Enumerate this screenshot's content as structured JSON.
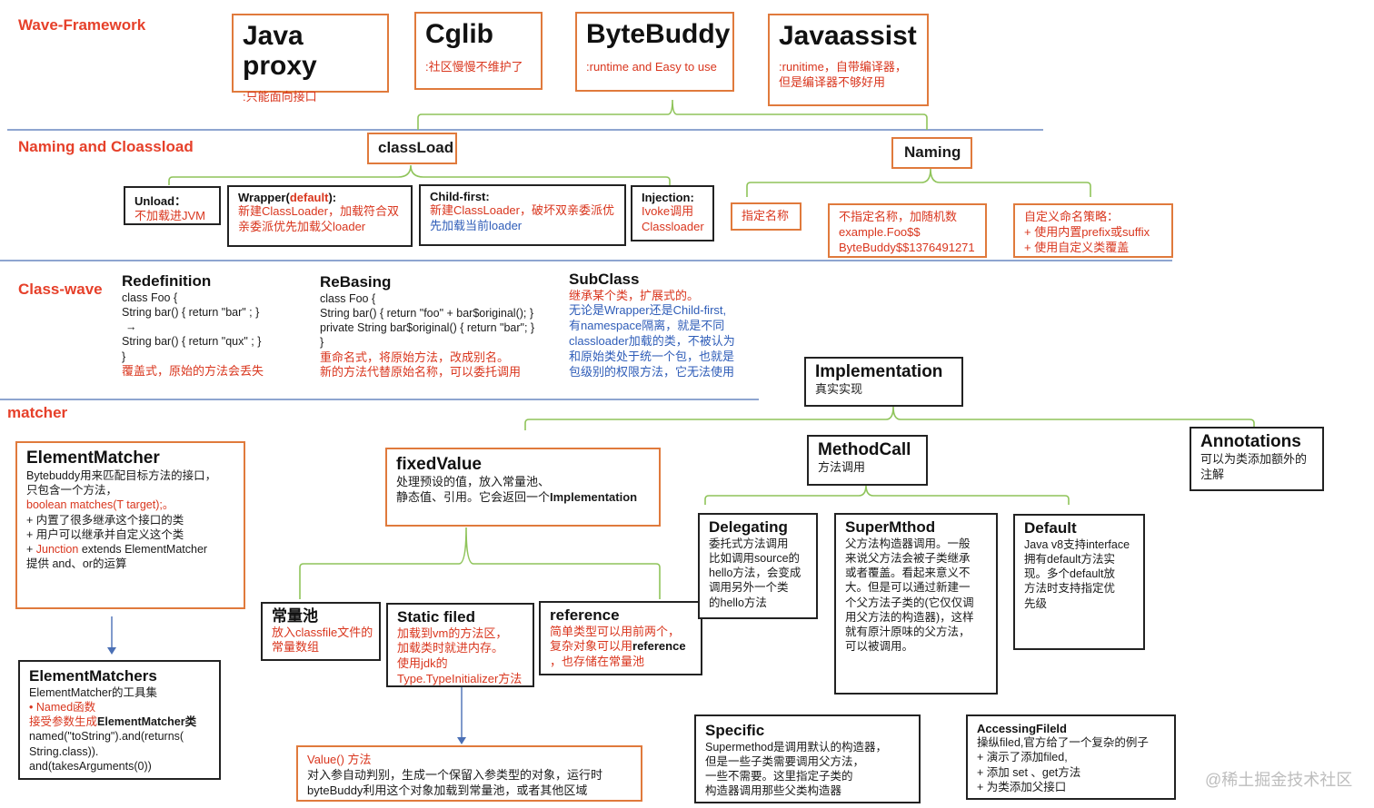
{
  "sections": {
    "wave_framework": "Wave-Framework",
    "naming_classload": "Naming and Cloassload",
    "class_wave": "Class-wave",
    "matcher": "matcher"
  },
  "frameworks": [
    {
      "title": "Java proxy",
      "desc": ":只能面向接口"
    },
    {
      "title": "Cglib",
      "desc": ":社区慢慢不维护了"
    },
    {
      "title": "ByteBuddy",
      "desc": ":runtime and Easy to use"
    },
    {
      "title": "Javaassist",
      "desc": ":runitime，自带编译器，",
      "desc2": "但是编译器不够好用"
    }
  ],
  "classload": {
    "title": "classLoad",
    "unload": {
      "title": "Unload：",
      "desc": "不加载进JVM"
    },
    "wrapper": {
      "title_a": "Wrapper(",
      "title_b": "default",
      "title_c": "):",
      "desc1": "新建ClassLoader，加载符合双",
      "desc2": "亲委派优先加载父loader"
    },
    "child_first": {
      "title": "Child-first:",
      "desc1": "新建ClassLoader，破坏双亲委派优",
      "desc2": "先加载当前loader"
    },
    "injection": {
      "title": "Injection:",
      "desc1": "Ivoke调用",
      "desc2": "Classloader"
    }
  },
  "naming": {
    "title": "Naming",
    "specified": "指定名称",
    "random": {
      "l1": "不指定名称，加随机数",
      "l2": "example.Foo$$",
      "l3": "ByteBuddy$$1376491271"
    },
    "custom": {
      "l1": "自定义命名策略：",
      "l2": "+ 使用内置prefix或suffix",
      "l3": "+ 使用自定义类覆盖"
    }
  },
  "redefinition": {
    "title": "Redefinition",
    "l1": "class Foo {",
    "l2": "String bar() { return   \"bar\" ; }",
    "arrow": "→",
    "l3": "String bar() { return   \"qux\" ; }",
    "l4": "}",
    "note": "覆盖式，原始的方法会丢失"
  },
  "rebasing": {
    "title": "ReBasing",
    "l1": "class Foo {",
    "l2": "String bar() { return \"foo\" + bar$original(); }",
    "l3": "private String bar$original() { return \"bar\"; }",
    "l4": "}",
    "note1": "重命名式，将原始方法，改成别名。",
    "note2": "新的方法代替原始名称，可以委托调用"
  },
  "subclass": {
    "title": "SubClass",
    "l1": "继承某个类，扩展式的。",
    "l2": "无论是Wrapper还是Child-first,",
    "l3": "有namespace隔离，就是不同",
    "l4": "classloader加载的类，不被认为",
    "l5": "和原始类处于统一个包，也就是",
    "l6": "包级别的权限方法，它无法使用"
  },
  "implementation": {
    "title": "Implementation",
    "desc": "真实实现"
  },
  "element_matcher": {
    "title": "ElementMatcher",
    "l1": "Bytebuddy用来匹配目标方法的接口，",
    "l2": "只包含一个方法，",
    "l3": "boolean matches(T target);。",
    "l4": "+ 内置了很多继承这个接口的类",
    "l5": "+ 用户可以继承并自定义这个类",
    "l6a": "+ ",
    "l6b": "Junction",
    "l6c": " extends ElementMatcher",
    "l7": "提供 and、or的运算"
  },
  "element_matchers": {
    "title": "ElementMatchers",
    "l1": "ElementMatcher的工具集",
    "l2": "•      Named函数",
    "l3a": "接受参数生成",
    "l3b": "ElementMatcher类",
    "l4": "named(\"toString\").and(returns(",
    "l5": "String.class)).",
    "l6": "and(takesArguments(0))"
  },
  "fixed_value": {
    "title": "fixedValue",
    "l1": "处理预设的值，放入常量池、",
    "l2a": "静态值、引用。它会返回一个",
    "l2b": "Implementation"
  },
  "const_pool": {
    "title": "常量池",
    "l1": "放入classfile文件的",
    "l2": "常量数组"
  },
  "static_filed": {
    "title": "Static filed",
    "l1": "加载到vm的方法区，",
    "l2": "加载类时就进内存。",
    "l3": "使用jdk的",
    "l4": "Type.TypeInitializer方法"
  },
  "reference": {
    "title": "reference",
    "l1": "简单类型可以用前两个，",
    "l2a": "复杂对象可以用",
    "l2b": "reference",
    "l3": "，也存储在常量池"
  },
  "value_method": {
    "title": "Value() 方法",
    "l1": "对入参自动判别，生成一个保留入参类型的对象，运行时",
    "l2": "byteBuddy利用这个对象加载到常量池，或者其他区域"
  },
  "method_call": {
    "title": "MethodCall",
    "desc": "方法调用"
  },
  "annotations": {
    "title": "Annotations",
    "l1": "可以为类添加额外的",
    "l2": "注解"
  },
  "delegating": {
    "title": "Delegating",
    "l1": "委托式方法调用",
    "l2": "比如调用source的",
    "l3": "hello方法，会变成",
    "l4": "调用另外一个类",
    "l5": "的hello方法"
  },
  "super_method": {
    "title": "SuperMthod",
    "l1": "父方法构造器调用。一般",
    "l2": "来说父方法会被子类继承",
    "l3": "或者覆盖。看起来意义不",
    "l4": "大。但是可以通过新建一",
    "l5": "个父方法子类的(它仅仅调",
    "l6": "用父方法的构造器)，这样",
    "l7": "就有原汁原味的父方法，",
    "l8": "可以被调用。"
  },
  "default_box": {
    "title": "Default",
    "l1": "Java v8支持interface",
    "l2": "拥有default方法实",
    "l3": "现。多个default放",
    "l4": "方法时支持指定优",
    "l5": "先级"
  },
  "specific": {
    "title": "Specific",
    "l1": "Supermethod是调用默认的构造器，",
    "l2": "但是一些子类需要调用父方法，",
    "l3": "一些不需要。这里指定子类的",
    "l4": "构造器调用那些父类构造器"
  },
  "accessing_field": {
    "title": "AccessingFileld",
    "l1": "操纵filed,官方给了一个复杂的例子",
    "l2": "+ 演示了添加filed,",
    "l3": "+ 添加 set 、get方法",
    "l4": "+ 为类添加父接口"
  },
  "watermark": "@稀土掘金技术社区",
  "colors": {
    "section": "#e6402a",
    "red_text": "#d9361e",
    "blue_text": "#2f5db8",
    "orange_border": "#e07a3c",
    "brace": "#8fc45a",
    "divider": "#4a6fb5"
  }
}
